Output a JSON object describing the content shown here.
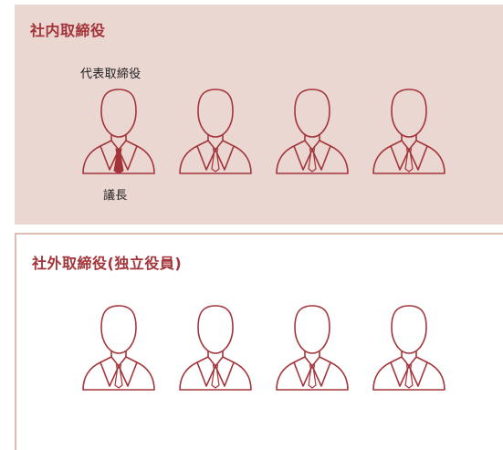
{
  "inner_section": {
    "title": "社内取締役",
    "chair_top_label": "代表取締役",
    "chair_bottom_label": "議長"
  },
  "outer_section": {
    "title": "社外取締役(独立役員)"
  },
  "colors": {
    "accent": "#a3353a",
    "inner_background": "#ead7d1",
    "outer_border": "#ddbdb2"
  },
  "icons": {
    "inner_people": [
      "person-icon-chair",
      "person-icon",
      "person-icon",
      "person-icon"
    ],
    "outer_people": [
      "person-icon",
      "person-icon",
      "person-icon",
      "person-icon"
    ]
  }
}
